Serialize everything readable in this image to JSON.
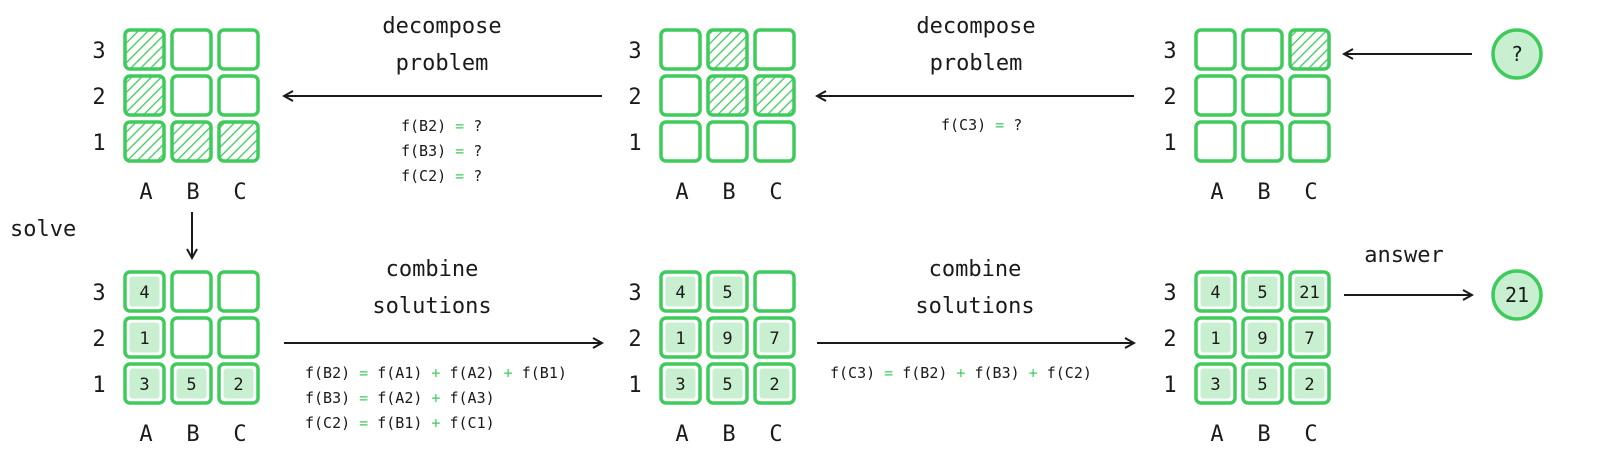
{
  "colors": {
    "green": "#3ecb5c",
    "fill": "#c9efd1",
    "ink": "#1a1a1a"
  },
  "col_labels": [
    "A",
    "B",
    "C"
  ],
  "row_labels": [
    "3",
    "2",
    "1"
  ],
  "labels": {
    "decompose_1": [
      "decompose",
      "problem"
    ],
    "decompose_2": [
      "decompose",
      "problem"
    ],
    "combine_1": [
      "combine",
      "solutions"
    ],
    "combine_2": [
      "combine",
      "solutions"
    ],
    "solve": "solve",
    "answer": "answer",
    "question": "?",
    "answer_value": "21"
  },
  "grids": {
    "top_left": {
      "hatched": [
        "A3",
        "A2",
        "A1",
        "B1",
        "C1"
      ],
      "values": {}
    },
    "top_mid": {
      "hatched": [
        "B3",
        "B2",
        "C2"
      ],
      "values": {}
    },
    "top_right": {
      "hatched": [
        "C3"
      ],
      "values": {}
    },
    "bottom_left": {
      "hatched": [],
      "values": {
        "A3": "4",
        "A2": "1",
        "A1": "3",
        "B1": "5",
        "C1": "2"
      }
    },
    "bottom_mid": {
      "hatched": [],
      "values": {
        "A3": "4",
        "B3": "5",
        "A2": "1",
        "B2": "9",
        "C2": "7",
        "A1": "3",
        "B1": "5",
        "C1": "2"
      }
    },
    "bottom_right": {
      "hatched": [],
      "values": {
        "A3": "4",
        "B3": "5",
        "C3": "21",
        "A2": "1",
        "B2": "9",
        "C2": "7",
        "A1": "3",
        "B1": "5",
        "C1": "2"
      }
    }
  },
  "equations": {
    "decompose_1": [
      [
        {
          "t": "f(B2)",
          "c": "ink"
        },
        {
          "t": " = ",
          "c": "green"
        },
        {
          "t": "?",
          "c": "ink"
        }
      ],
      [
        {
          "t": "f(B3)",
          "c": "ink"
        },
        {
          "t": " = ",
          "c": "green"
        },
        {
          "t": "?",
          "c": "ink"
        }
      ],
      [
        {
          "t": "f(C2)",
          "c": "ink"
        },
        {
          "t": " = ",
          "c": "green"
        },
        {
          "t": "?",
          "c": "ink"
        }
      ]
    ],
    "decompose_2": [
      [
        {
          "t": "f(C3)",
          "c": "ink"
        },
        {
          "t": " = ",
          "c": "green"
        },
        {
          "t": "?",
          "c": "ink"
        }
      ]
    ],
    "combine_1": [
      [
        {
          "t": "f(B2)",
          "c": "ink"
        },
        {
          "t": " = ",
          "c": "green"
        },
        {
          "t": "f(A1)",
          "c": "ink"
        },
        {
          "t": " + ",
          "c": "green"
        },
        {
          "t": "f(A2)",
          "c": "ink"
        },
        {
          "t": " + ",
          "c": "green"
        },
        {
          "t": "f(B1)",
          "c": "ink"
        }
      ],
      [
        {
          "t": "f(B3)",
          "c": "ink"
        },
        {
          "t": " = ",
          "c": "green"
        },
        {
          "t": "f(A2)",
          "c": "ink"
        },
        {
          "t": " + ",
          "c": "green"
        },
        {
          "t": "f(A3)",
          "c": "ink"
        }
      ],
      [
        {
          "t": "f(C2)",
          "c": "ink"
        },
        {
          "t": " = ",
          "c": "green"
        },
        {
          "t": "f(B1)",
          "c": "ink"
        },
        {
          "t": " + ",
          "c": "green"
        },
        {
          "t": "f(C1)",
          "c": "ink"
        }
      ]
    ],
    "combine_2": [
      [
        {
          "t": "f(C3)",
          "c": "ink"
        },
        {
          "t": " = ",
          "c": "green"
        },
        {
          "t": "f(B2)",
          "c": "ink"
        },
        {
          "t": " + ",
          "c": "green"
        },
        {
          "t": "f(B3)",
          "c": "ink"
        },
        {
          "t": " + ",
          "c": "green"
        },
        {
          "t": "f(C2)",
          "c": "ink"
        }
      ]
    ]
  }
}
